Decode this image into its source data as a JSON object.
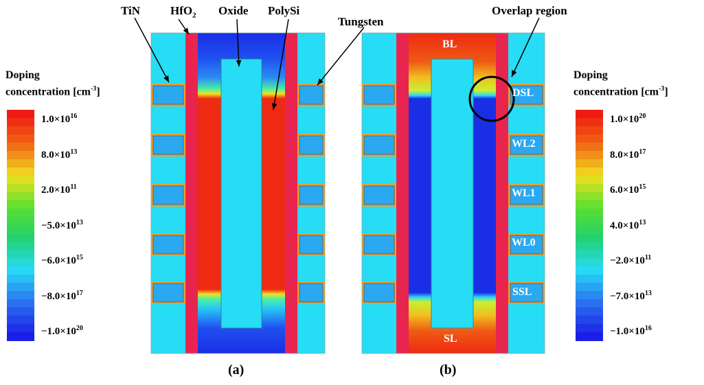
{
  "panel_a": {
    "labels": {
      "tin": "TiN",
      "hfo2": "HfO",
      "hfo2_sub": "2",
      "oxide": "Oxide",
      "polysi": "PolySi",
      "tungsten": "Tungsten"
    },
    "caption": "(a)"
  },
  "panel_b": {
    "labels": {
      "overlap": "Overlap region",
      "bl": "BL",
      "sl": "SL",
      "dsl": "DSL",
      "wl2": "WL2",
      "wl1": "WL1",
      "wl0": "WL0",
      "ssl": "SSL"
    },
    "caption": "(b)"
  },
  "colorbar_left": {
    "title_line1": "Doping",
    "title_line2": "concentration [cm",
    "title_sup": "-3",
    "title_end": "]",
    "ticks": [
      {
        "mant": "1.0×10",
        "exp": "16"
      },
      {
        "mant": "8.0×10",
        "exp": "13"
      },
      {
        "mant": "2.0×10",
        "exp": "11"
      },
      {
        "mant": "−5.0×10",
        "exp": "13"
      },
      {
        "mant": "−6.0×10",
        "exp": "15"
      },
      {
        "mant": "−8.0×10",
        "exp": "17"
      },
      {
        "mant": "−1.0×10",
        "exp": "20"
      }
    ]
  },
  "colorbar_right": {
    "title_line1": "Doping",
    "title_line2": "concentration [cm",
    "title_sup": "-3",
    "title_end": "]",
    "ticks": [
      {
        "mant": "1.0×10",
        "exp": "20"
      },
      {
        "mant": "8.0×10",
        "exp": "17"
      },
      {
        "mant": "6.0×10",
        "exp": "15"
      },
      {
        "mant": "4.0×10",
        "exp": "13"
      },
      {
        "mant": "−2.0×10",
        "exp": "11"
      },
      {
        "mant": "−7.0×10",
        "exp": "13"
      },
      {
        "mant": "−1.0×10",
        "exp": "16"
      }
    ]
  },
  "colors": {
    "cyan": "#27dcf5",
    "tungsten": "#2aa8f0",
    "liner": "#e8a030",
    "hfo2": "#e8254e",
    "red": "#ef2a12",
    "blue": "#1a2ee6",
    "outline": "#555555"
  }
}
